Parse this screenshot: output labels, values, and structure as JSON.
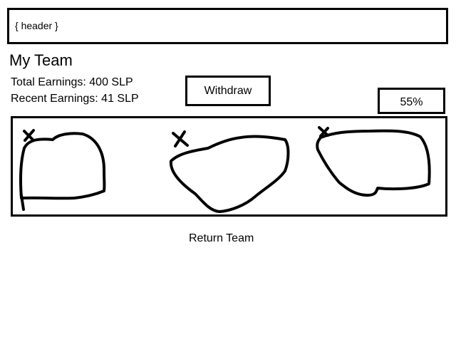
{
  "header": {
    "text": "{ header }"
  },
  "page": {
    "title": "My Team"
  },
  "earnings": {
    "total": "Total Earnings: 400 SLP",
    "recent": "Recent Earnings: 41 SLP"
  },
  "actions": {
    "withdraw_label": "Withdraw",
    "return_team_label": "Return Team"
  },
  "stats": {
    "percent": "55%"
  },
  "team": {
    "members": [
      {
        "id": 1,
        "remove_icon": "x-icon"
      },
      {
        "id": 2,
        "remove_icon": "x-icon"
      },
      {
        "id": 3,
        "remove_icon": "x-icon"
      }
    ]
  },
  "colors": {
    "ink": "#000000",
    "background": "#ffffff"
  }
}
